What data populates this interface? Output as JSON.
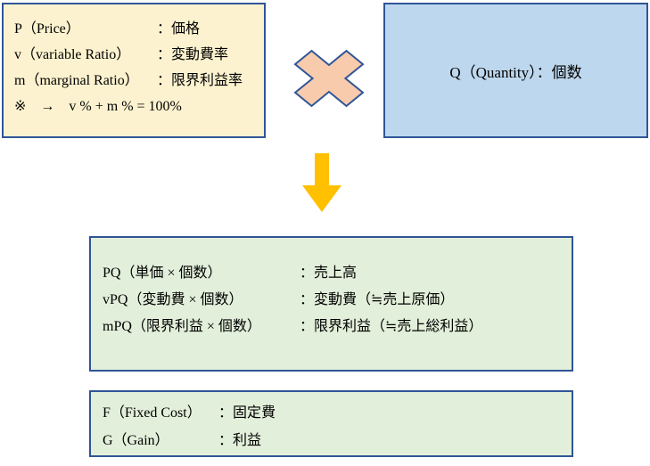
{
  "colors": {
    "border": "#2F5597",
    "price_box_bg": "#FCF2CF",
    "quantity_box_bg": "#BDD7EE",
    "green_box_bg": "#E2EFDA",
    "cross_fill": "#F8CBAD",
    "arrow_fill": "#FFC000"
  },
  "price_box": {
    "rows": [
      {
        "label": "P（Price）",
        "value": "：価格"
      },
      {
        "label": "v（variable Ratio）",
        "value": "：変動費率"
      },
      {
        "label": "m（marginal Ratio）",
        "value": "：限界利益率"
      }
    ],
    "note": "※　→　v % + m % = 100%"
  },
  "quantity_box": {
    "text": "Q（Quantity）：個数"
  },
  "pq_box": {
    "rows": [
      {
        "label": "PQ（単価 × 個数）",
        "value": "：売上高"
      },
      {
        "label": "vPQ（変動費 × 個数）",
        "value": "：変動費（≒売上原価）"
      },
      {
        "label": "mPQ（限界利益 × 個数）",
        "value": "：限界利益（≒売上総利益）"
      }
    ]
  },
  "fg_box": {
    "rows": [
      {
        "label": "F（Fixed Cost）",
        "value": "：固定費"
      },
      {
        "label": "G（Gain）",
        "value": "：利益"
      }
    ]
  }
}
